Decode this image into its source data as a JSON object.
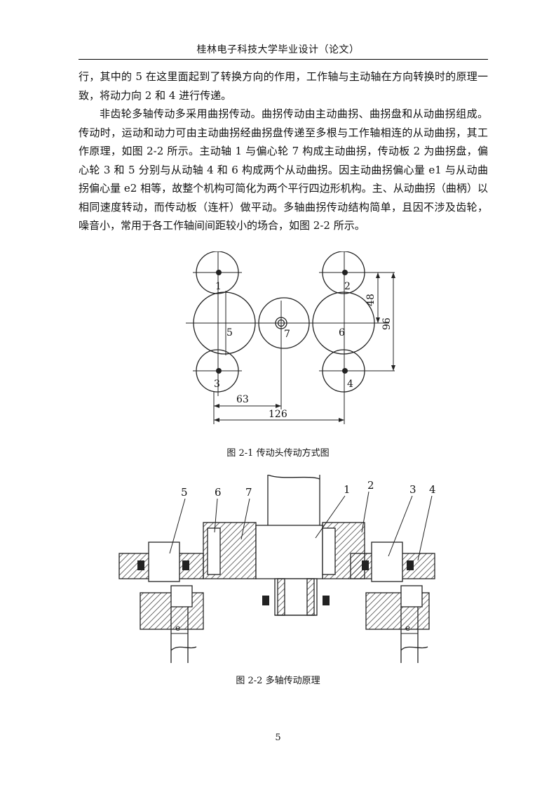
{
  "header": {
    "title": "桂林电子科技大学毕业设计（论文）"
  },
  "paragraphs": [
    "行，其中的 5 在这里面起到了转换方向的作用，工作轴与主动轴在方向转换时的原理一致，将动力向 2 和 4 进行传递。",
    "非齿轮多轴传动多采用曲拐传动。曲拐传动由主动曲拐、曲拐盘和从动曲拐组成。传动时，运动和动力可由主动曲拐经曲拐盘传递至多根与工作轴相连的从动曲拐，其工作原理，如图 2-2 所示。主动轴 1 与偏心轮 7 构成主动曲拐，传动板 2 为曲拐盘，偏心轮 3 和 5 分别与从动轴 4 和 6 构成两个从动曲拐。因主动曲拐偏心量 e1 与从动曲拐偏心量 e2 相等，故整个机构可简化为两个平行四边形机构。主、从动曲拐（曲柄）以相同速度转动，而传动板（连杆）做平动。多轴曲拐传动结构简单，且因不涉及齿轮，噪音小，常用于各工作轴间间距较小的场合，如图 2-2 所示。"
  ],
  "figure1": {
    "labels": [
      "1",
      "2",
      "3",
      "4",
      "5",
      "6",
      "7"
    ],
    "dims": [
      "48",
      "96",
      "63",
      "126"
    ],
    "caption": "图 2-1 传动头传动方式图"
  },
  "figure2": {
    "labels": [
      "5",
      "6",
      "7",
      "1",
      "2",
      "3",
      "4"
    ],
    "e_labels": [
      "e",
      "e"
    ],
    "caption": "图 2-2 多轴传动原理"
  },
  "page_number": "5"
}
